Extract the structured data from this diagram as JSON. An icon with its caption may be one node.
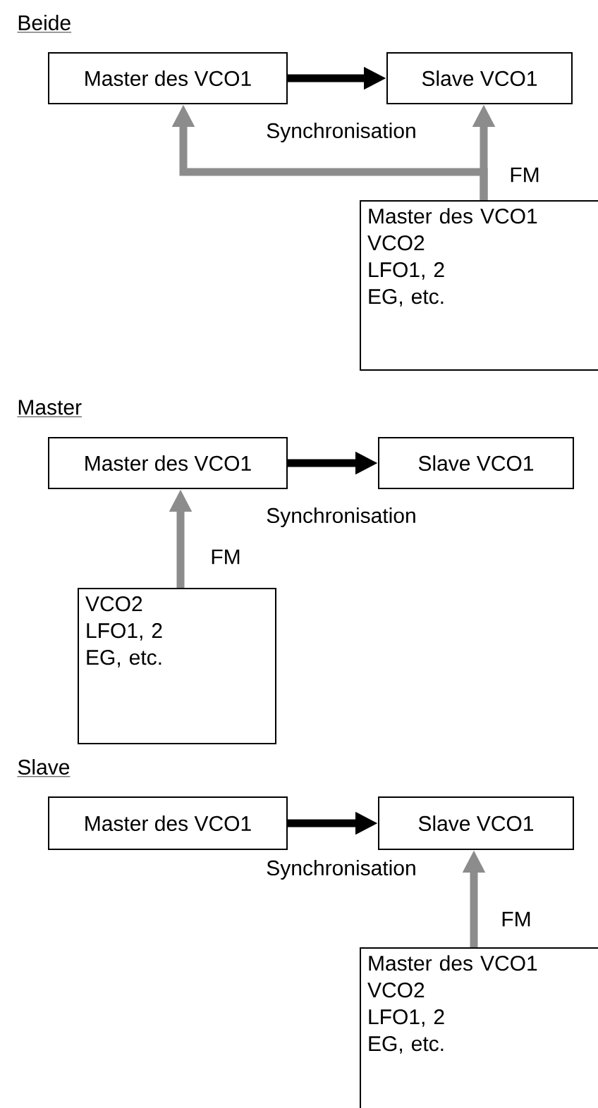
{
  "diagram": {
    "nodes": [
      {
        "text": [
          "Master des VCO1"
        ]
      },
      {
        "text": [
          "Slave VCO1"
        ]
      },
      {
        "text": [
          "Master des VCO1",
          "VCO2",
          "LFO1, 2",
          "EG, etc."
        ]
      },
      {
        "text": [
          "Master des VCO1"
        ]
      },
      {
        "text": [
          "Slave VCO1"
        ]
      },
      {
        "text": [
          "VCO2",
          "LFO1, 2",
          "EG, etc."
        ]
      },
      {
        "text": [
          "Master des VCO1"
        ]
      },
      {
        "text": [
          "Slave VCO1"
        ]
      },
      {
        "text": [
          "Master des VCO1",
          "VCO2",
          "LFO1, 2",
          "EG, etc."
        ]
      }
    ],
    "edges": [
      {
        "from": 0,
        "to": 1,
        "arrow": "to",
        "color": "#000000",
        "label": "Synchronisation"
      },
      {
        "from": 2,
        "to": 0,
        "arrow": "to",
        "color": "#8c8c8c"
      },
      {
        "from": 2,
        "to": 1,
        "arrow": "to",
        "color": "#8c8c8c",
        "label": "FM"
      },
      {
        "from": 3,
        "to": 4,
        "arrow": "to",
        "color": "#000000",
        "label": "Synchronisation"
      },
      {
        "from": 5,
        "to": 3,
        "arrow": "to",
        "color": "#8c8c8c",
        "label": "FM"
      },
      {
        "from": 6,
        "to": 7,
        "arrow": "to",
        "color": "#000000",
        "label": "Synchronisation"
      },
      {
        "from": 8,
        "to": 7,
        "arrow": "to",
        "color": "#8c8c8c",
        "label": "FM"
      }
    ],
    "labels": [
      "Beide",
      "Master",
      "Slave"
    ]
  }
}
